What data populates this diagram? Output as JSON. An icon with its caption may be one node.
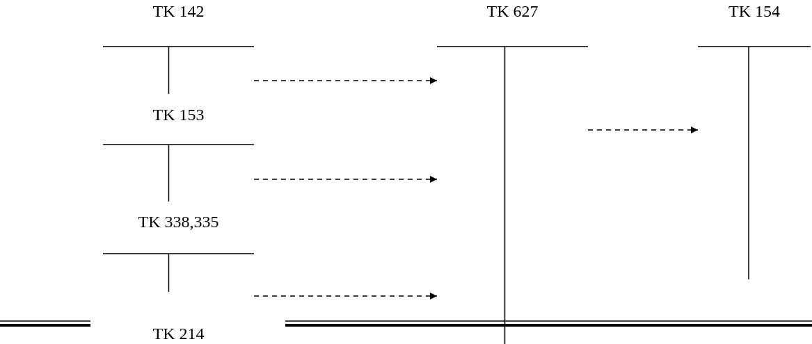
{
  "diagram": {
    "nodes": [
      {
        "text": [
          "TK 142"
        ]
      },
      {
        "text": [
          "TK 153"
        ]
      },
      {
        "text": [
          "TK 338,335"
        ]
      },
      {
        "text": [
          "TK 214"
        ]
      },
      {
        "text": [
          "TK 627"
        ]
      },
      {
        "text": [
          "TK 154"
        ]
      }
    ],
    "edges": [
      {
        "from": 0,
        "to": 4,
        "arrow": "to",
        "style": "dashed"
      },
      {
        "from": 1,
        "to": 4,
        "arrow": "to",
        "style": "dashed"
      },
      {
        "from": 2,
        "to": 4,
        "arrow": "to",
        "style": "dashed"
      },
      {
        "from": 4,
        "to": 5,
        "arrow": "to",
        "style": "dashed"
      }
    ]
  }
}
